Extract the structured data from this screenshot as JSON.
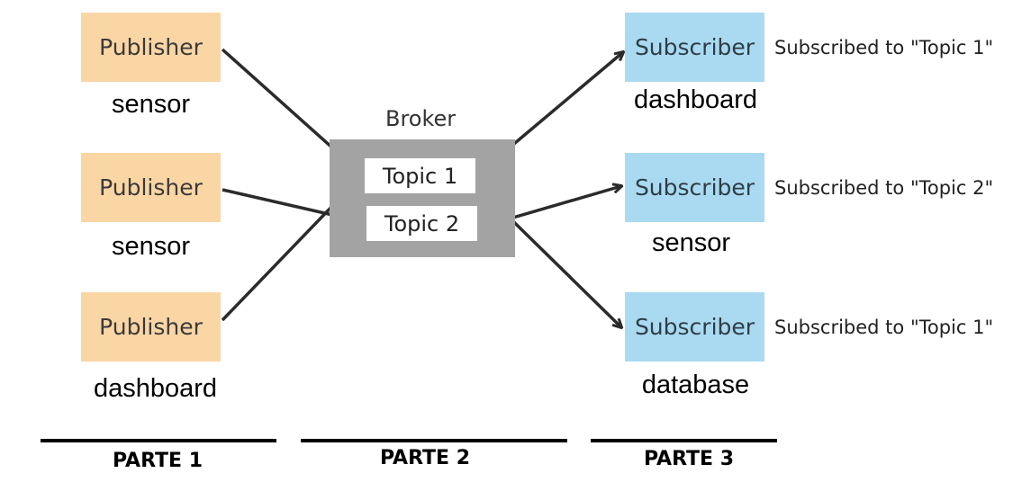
{
  "publishers": [
    {
      "label": "Publisher",
      "caption": "sensor"
    },
    {
      "label": "Publisher",
      "caption": "sensor"
    },
    {
      "label": "Publisher",
      "caption": "dashboard"
    }
  ],
  "broker": {
    "label": "Broker",
    "topics": [
      "Topic 1",
      "Topic 2"
    ]
  },
  "subscribers": [
    {
      "label": "Subscriber",
      "caption": "dashboard",
      "note": "Subscribed to \"Topic 1\""
    },
    {
      "label": "Subscriber",
      "caption": "sensor",
      "note": "Subscribed to \"Topic 2\""
    },
    {
      "label": "Subscriber",
      "caption": "database",
      "note": "Subscribed to \"Topic 1\""
    }
  ],
  "parts": [
    "PARTE 1",
    "PARTE 2",
    "PARTE 3"
  ],
  "colors": {
    "publisher": "#fad6a5",
    "subscriber": "#a9daf2",
    "broker": "#a3a3a3",
    "arrow": "#2b2b2b"
  }
}
